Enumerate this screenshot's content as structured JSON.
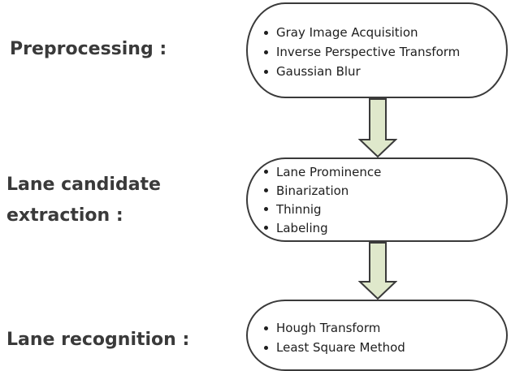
{
  "colors": {
    "arrow_fill": "#dfe8cb",
    "arrow_stroke": "#3a3a3a",
    "box_border": "#3a3a3a",
    "text": "#1e1e1e",
    "label_text": "#3a3a3a"
  },
  "stages": [
    {
      "label_lines": [
        "Preprocessing :"
      ],
      "items": [
        "Gray Image Acquisition",
        "Inverse Perspective Transform",
        "Gaussian Blur"
      ]
    },
    {
      "label_lines": [
        "Lane candidate",
        "extraction :"
      ],
      "items": [
        "Lane Prominence",
        "Binarization",
        "Thinnig",
        "Labeling"
      ]
    },
    {
      "label_lines": [
        "Lane recognition :"
      ],
      "items": [
        "Hough Transform",
        "Least Square Method"
      ]
    }
  ]
}
